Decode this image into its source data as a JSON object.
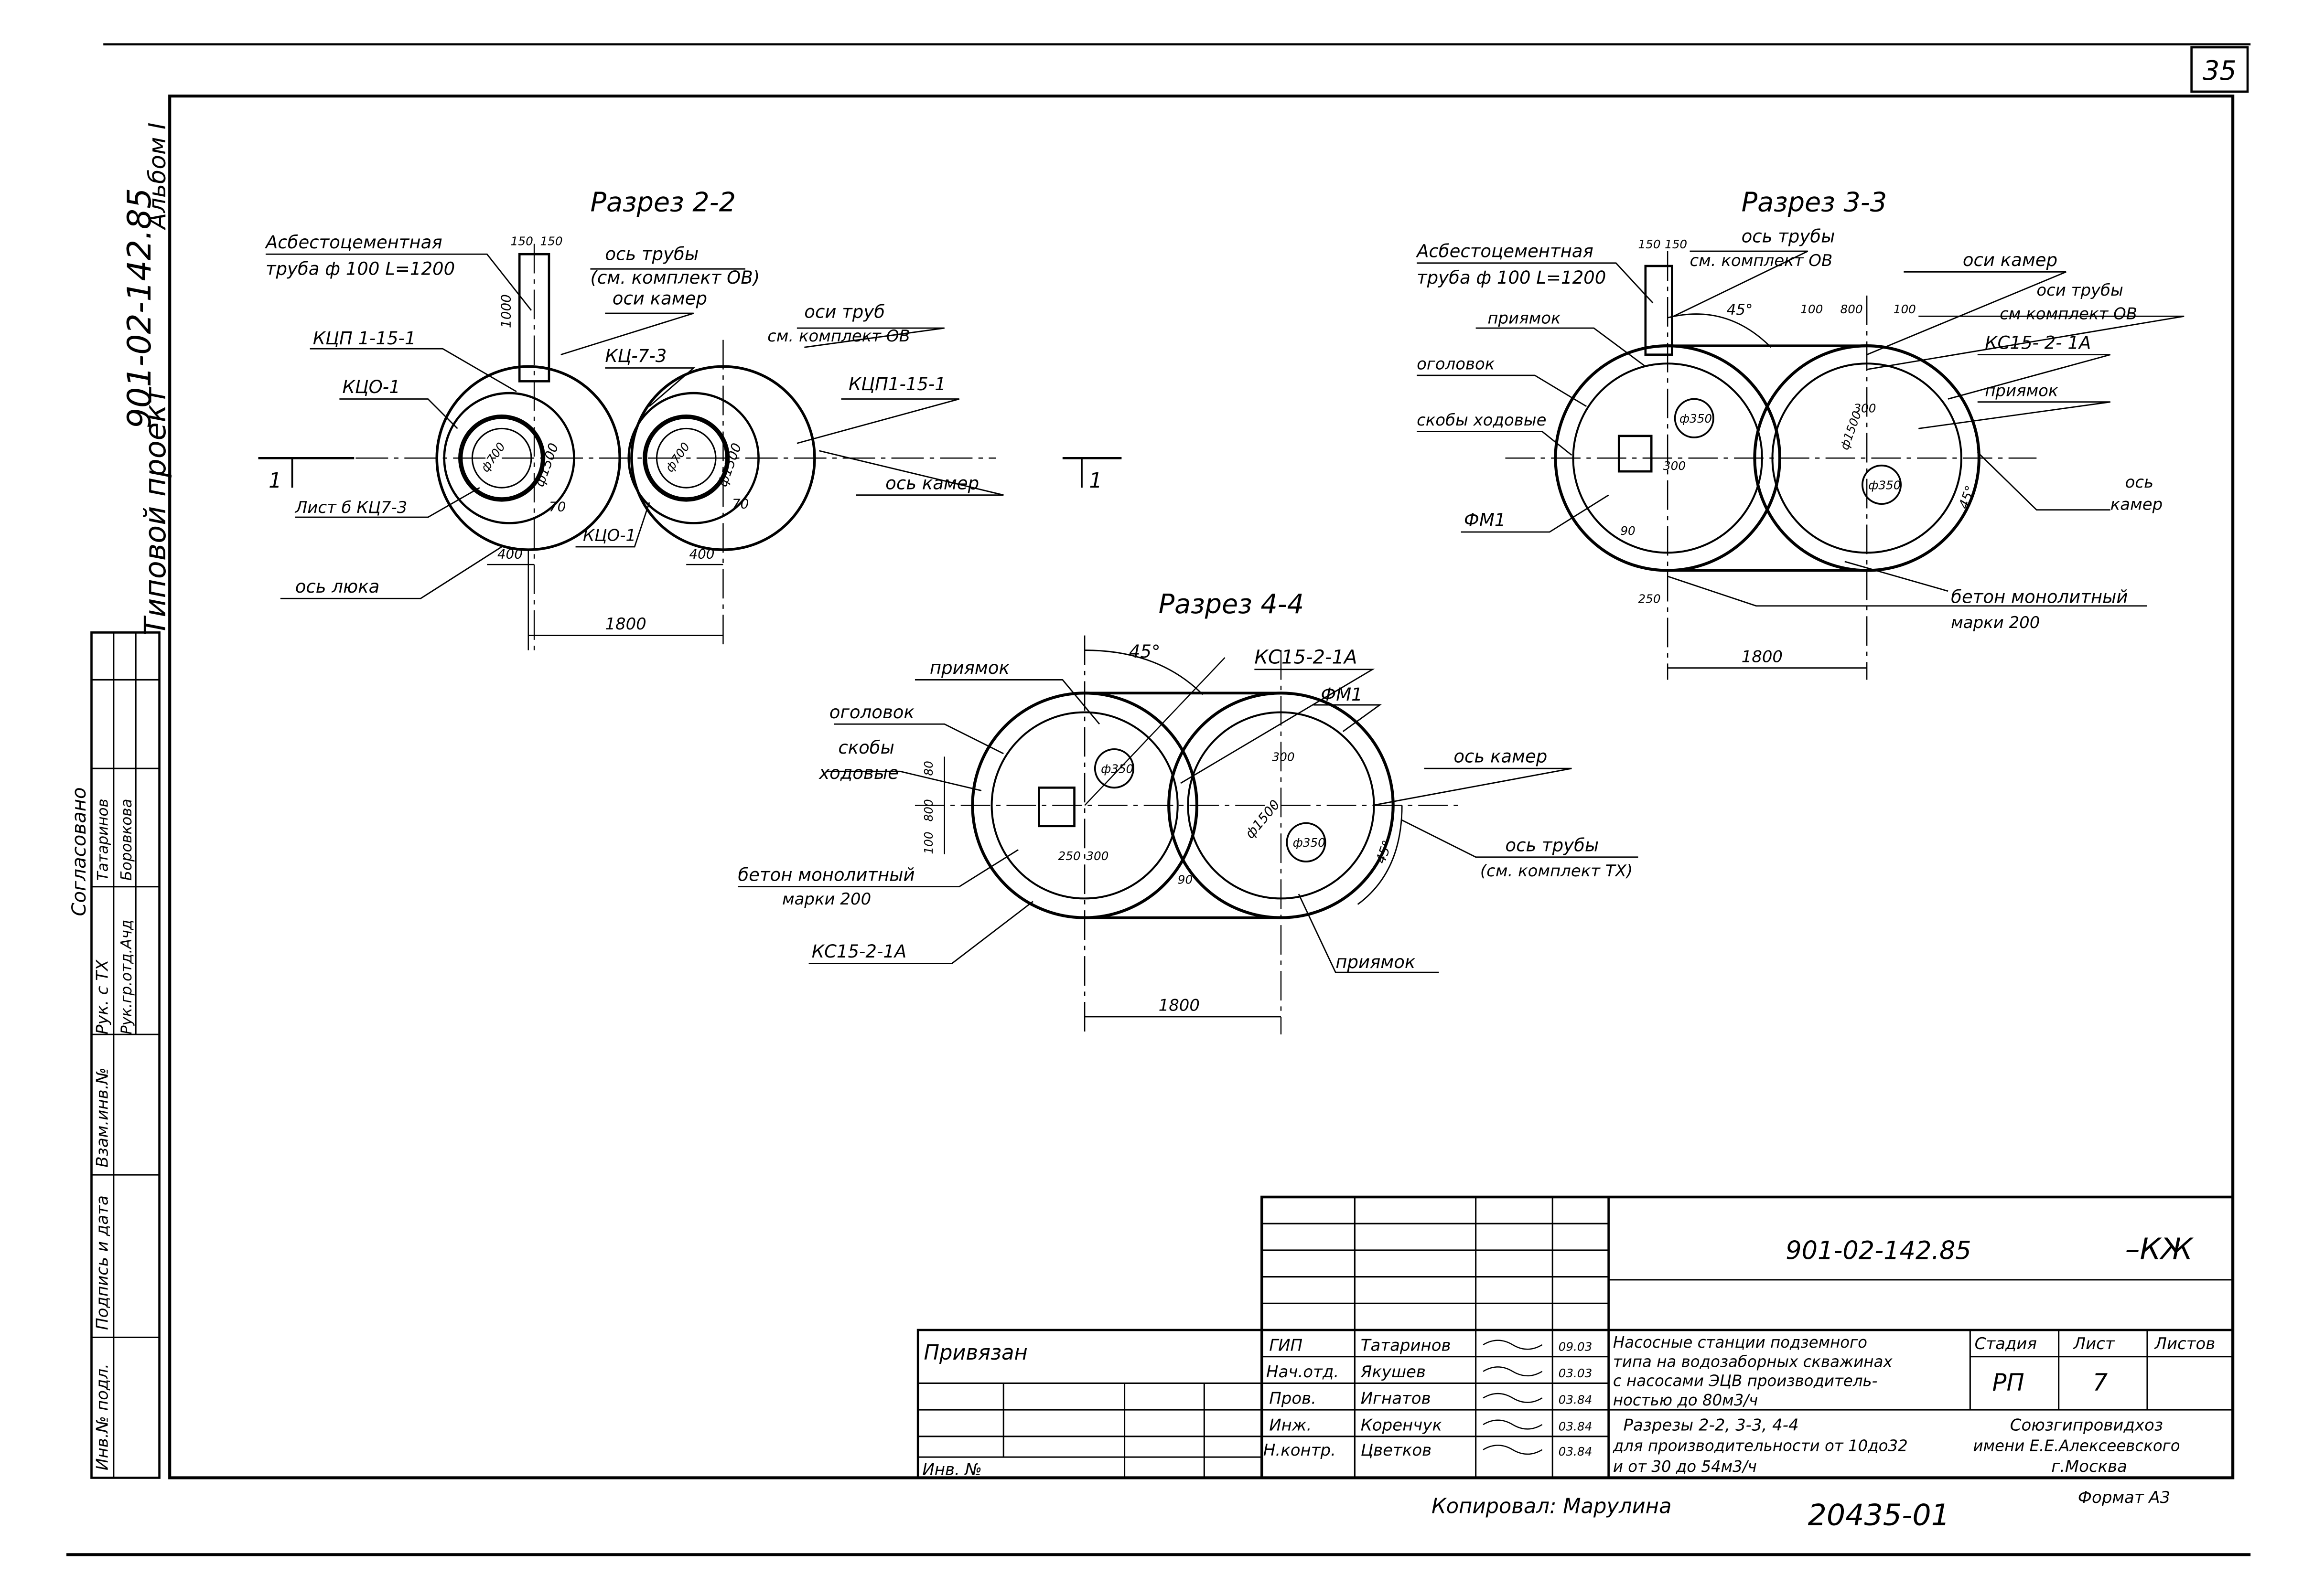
{
  "sheet_number": "35",
  "side_stamp": {
    "project_code": "901-02-142.85",
    "album": "Альбом I",
    "project_type": "Типовой проект"
  },
  "left_strip": {
    "agreed": "Согласовано",
    "rows": [
      {
        "role": "Рук. с ТХ",
        "name": "Татаринов"
      },
      {
        "role": "Рук.гр.отд.Ачд",
        "name": "Боровкова"
      }
    ],
    "vzam_inv": "Взам.инв.№",
    "sign_date": "Подпись и дата",
    "inv_podl": "Инв.№ подл."
  },
  "section_2_2": {
    "title": "Разрез 2-2",
    "labels": {
      "pipe_line1": "Асбестоцементная",
      "pipe_line2": "труба ф 100 L=1200",
      "pipe_axis_line1": "ось трубы",
      "pipe_axis_line2": "(см. комплект ОВ)",
      "chamber_axes": "оси камер",
      "pipe_axes_line1": "оси труб",
      "pipe_axes_line2": "см. комплект ОВ",
      "kcp_left": "КЦП 1-15-1",
      "kco_left": "КЦО-1",
      "kc73": "КЦ-7-3",
      "kcp_right": "КЦП1-15-1",
      "sheet_kc": "Лист б КЦ7-3",
      "kco_right": "КЦО-1",
      "chamber_axis": "ось камер",
      "hatch_axis": "ось люка",
      "cut_mark_left": "1",
      "cut_mark_right": "1"
    },
    "dims": {
      "d150a": "150",
      "d150b": "150",
      "d1000": "1000",
      "phi700_left": "ф700",
      "phi1500_left": "ф1500",
      "d70_left": "70",
      "phi700_right": "ф700",
      "phi1500_right": "ф1500",
      "d70_right": "70",
      "d400_left": "400",
      "d400_right": "400",
      "d1800": "1800"
    }
  },
  "section_3_3": {
    "title": "Разрез 3-3",
    "labels": {
      "pipe_line1": "Асбестоцементная",
      "pipe_line2": "труба ф 100 L=1200",
      "pipe_axis_line1": "ось трубы",
      "pipe_axis_line2": "см. комплект ОВ",
      "chamber_axes": "оси камер",
      "pipe_axes_line1": "оси трубы",
      "pipe_axes_line2": "см  комплект ОВ",
      "kc15": "КС15- 2- 1А",
      "pit_left": "приямок",
      "pit_right": "приямок",
      "ogolovok": "оголовок",
      "steps": "скобы ходовые",
      "fm1": "ФМ1",
      "chamber_axis_line1": "ось",
      "chamber_axis_line2": "камер",
      "concrete_line1": "бетон монолитный",
      "concrete_line2": "марки 200"
    },
    "dims": {
      "d150a": "150",
      "d150b": "150",
      "d100a": "100",
      "d800": "800",
      "d100b": "100",
      "angle45_top": "45°",
      "phi350_left": "ф350",
      "d300_left": "300",
      "d300_right": "300",
      "phi1500": "ф1500",
      "phi350_right": "ф350",
      "angle45_right": "45°",
      "d90": "90",
      "d250": "250",
      "d1800": "1800"
    }
  },
  "section_4_4": {
    "title": "Разрез 4-4",
    "labels": {
      "pit_top": "приямок",
      "kc15": "КС15-2-1А",
      "ogolovok": "оголовок",
      "fm1": "ФМ1",
      "steps_line1": "скобы",
      "steps_line2": "ходовые",
      "chamber_axis": "ось камер",
      "concrete_line1": "бетон монолитный",
      "concrete_line2": "марки 200",
      "pipe_axis_line1": "ось трубы",
      "pipe_axis_line2": "(см. комплект ТХ)",
      "kc15_bottom": "КС15-2-1А",
      "pit_bottom": "приямок"
    },
    "dims": {
      "angle45_top": "45°",
      "d80": "80",
      "d800": "800",
      "d100": "100",
      "phi350_left": "ф350",
      "d250": "250",
      "d300_left": "300",
      "d300_right": "300",
      "phi1500": "ф1500",
      "phi350_right": "ф350",
      "d90": "90",
      "angle45_right": "45°",
      "d1800": "1800"
    }
  },
  "title_block": {
    "doc_code": "901-02-142.85",
    "doc_suffix": "–КЖ",
    "privyazan": "Привязан",
    "inv_no": "Инв. №",
    "staff": [
      {
        "role": "ГИП",
        "name": "Татаринов",
        "date": "09.03"
      },
      {
        "role": "Нач.отд.",
        "name": "Якушев",
        "date": "03.03"
      },
      {
        "role": "Пров.",
        "name": "Игнатов",
        "date": "03.84"
      },
      {
        "role": "Инж.",
        "name": "Коренчук",
        "date": "03.84"
      },
      {
        "role": "Н.контр.",
        "name": "Цветков",
        "date": "03.84"
      }
    ],
    "description": [
      "Насосные станции подземного",
      "типа на водозаборных скважинах",
      "с насосами ЭЦВ производитель-",
      "ностью до 80м3/ч"
    ],
    "sheet_title": [
      "Разрезы 2-2, 3-3, 4-4",
      "для производительности от 10до32",
      "и от 30 до 54м3/ч"
    ],
    "stage_label": "Стадия",
    "sheet_label": "Лист",
    "sheets_label": "Листов",
    "stage_value": "РП",
    "sheet_value": "7",
    "org_line1": "Союзгипровидхоз",
    "org_line2": "имени Е.Е.Алексеевского",
    "org_line3": "г.Москва"
  },
  "footer": {
    "copied": "Копировал: Марулина",
    "number": "20435-01",
    "format": "Формат А3"
  }
}
